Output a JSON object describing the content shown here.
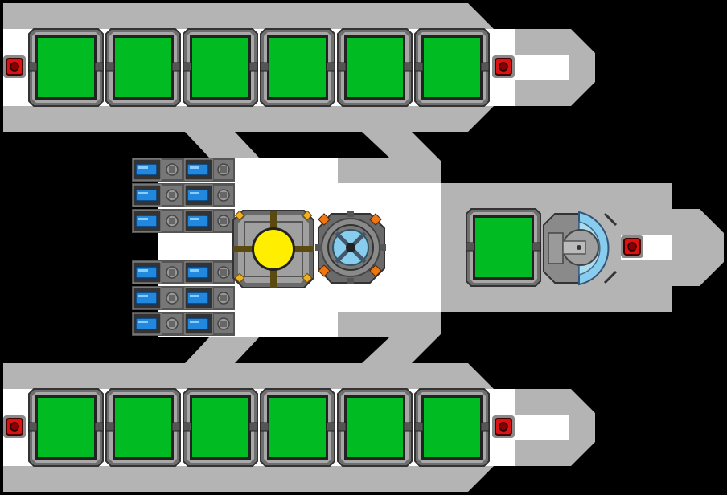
{
  "screen": {
    "title": "Ship Editor",
    "colors": {
      "background": "#000000",
      "hull": "#b4b4b4",
      "floor": "#ffffff",
      "cargo": "#00bb22",
      "frame": "#7a7a7a",
      "thruster": "#dd1111",
      "reactor": "#ffee00",
      "battery_cell": "#2288dd",
      "sensor_glass": "#88ccee",
      "accent_orange": "#ee7711",
      "accent_gold": "#f0b020"
    }
  },
  "ship": {
    "blocks": {
      "cargo_top_count": 6,
      "cargo_bottom_count": 6,
      "cargo_mid_count": 1,
      "battery_count": 12,
      "thruster_count": 5,
      "reactor": "reactor-core",
      "gyroscope": "gyroscope",
      "sensor": "sensor-dome"
    }
  }
}
